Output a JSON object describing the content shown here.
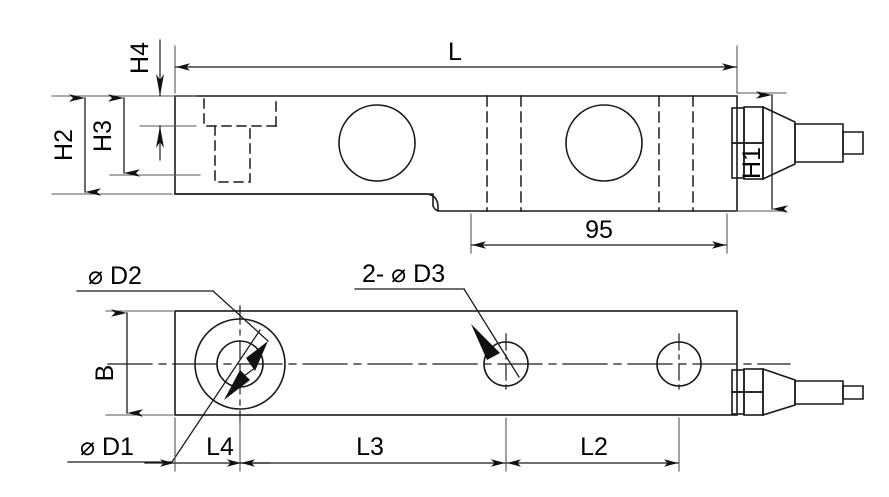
{
  "drawing": {
    "title": "Shear beam load cell outline dimension drawing",
    "background_color": "#ffffff",
    "line_color": "#1a1a1a",
    "views": [
      {
        "name": "side-elevation-view",
        "position": "top"
      },
      {
        "name": "plan-view",
        "position": "bottom"
      }
    ]
  },
  "labels": {
    "L": "L",
    "H1": "H1",
    "H2": "H2",
    "H3": "H3",
    "H4": "H4",
    "dim_95": "95",
    "D1": "⌀ D1",
    "D2": "⌀ D2",
    "D3": "2- ⌀ D3",
    "B": "B",
    "L2": "L2",
    "L3": "L3",
    "L4": "L4"
  },
  "dimensions": {
    "side_view": [
      {
        "name": "L",
        "label": "L",
        "orientation": "horizontal",
        "position": "above-part"
      },
      {
        "name": "H4",
        "label": "H4",
        "orientation": "vertical",
        "position": "left-inner"
      },
      {
        "name": "H3",
        "label": "H3",
        "orientation": "vertical",
        "position": "left"
      },
      {
        "name": "H2",
        "label": "H2",
        "orientation": "vertical",
        "position": "far-left"
      },
      {
        "name": "H1",
        "label": "H1",
        "orientation": "vertical",
        "position": "right"
      },
      {
        "name": "95",
        "label": "95",
        "orientation": "horizontal",
        "position": "below-part"
      }
    ],
    "plan_view": [
      {
        "name": "B",
        "label": "B",
        "orientation": "vertical",
        "position": "left"
      },
      {
        "name": "L4",
        "label": "L4",
        "orientation": "horizontal",
        "position": "below-part"
      },
      {
        "name": "L3",
        "label": "L3",
        "orientation": "horizontal",
        "position": "below-part"
      },
      {
        "name": "L2",
        "label": "L2",
        "orientation": "horizontal",
        "position": "below-part"
      }
    ]
  },
  "callouts": [
    {
      "name": "D2",
      "label": "⌀ D2",
      "target": "outer-counterbore-circle"
    },
    {
      "name": "D1",
      "label": "⌀ D1",
      "target": "inner-through-hole-circle"
    },
    {
      "name": "D3",
      "label": "2- ⌀ D3",
      "target": "mounting-hole-middle",
      "quantity": 2
    }
  ]
}
